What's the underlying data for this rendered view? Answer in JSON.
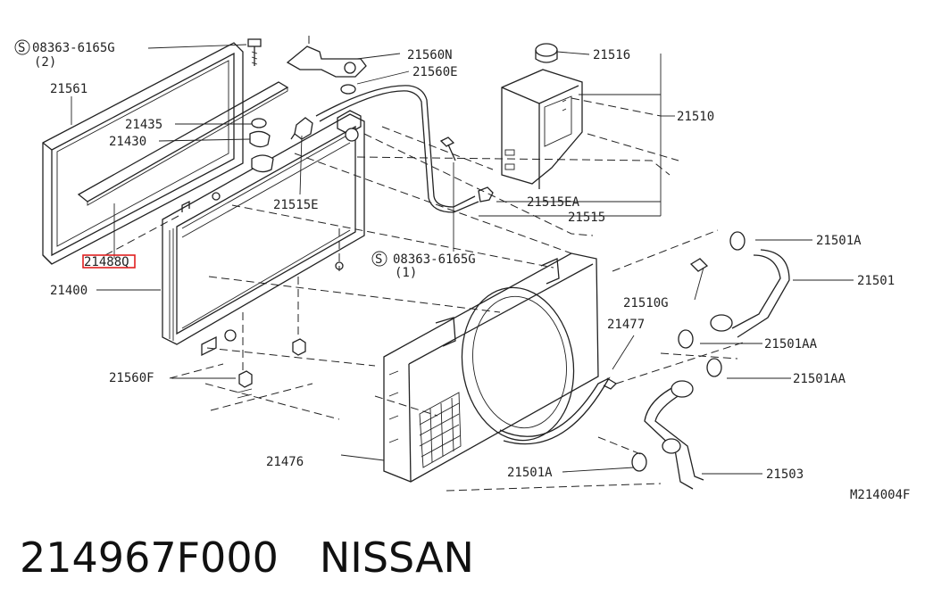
{
  "diagram": {
    "labels": {
      "bolt_2": "08363-6165G",
      "bolt_2_qty": "(2)",
      "bolt_1": "08363-6165G",
      "bolt_1_qty": "(1)",
      "bolt_symbol": "S",
      "p21561": "21561",
      "p21435": "21435",
      "p21430": "21430",
      "p21488q": "21488Q",
      "p21400": "21400",
      "p21560f": "21560F",
      "p21476": "21476",
      "p21560n": "21560N",
      "p21560e": "21560E",
      "p21515e": "21515E",
      "p21516": "21516",
      "p21510": "21510",
      "p21515ea": "21515EA",
      "p21515": "21515",
      "p21501a_top": "21501A",
      "p21501": "21501",
      "p21510g": "21510G",
      "p21477": "21477",
      "p21501aa_1": "21501AA",
      "p21501aa_2": "21501AA",
      "p21501a_bottom": "21501A",
      "p21503": "21503",
      "diagram_code": "M214004F"
    }
  },
  "caption": {
    "part_number": "214967F000",
    "brand": "NISSAN"
  },
  "colors": {
    "line": "#222222",
    "highlight": "#e02020"
  }
}
